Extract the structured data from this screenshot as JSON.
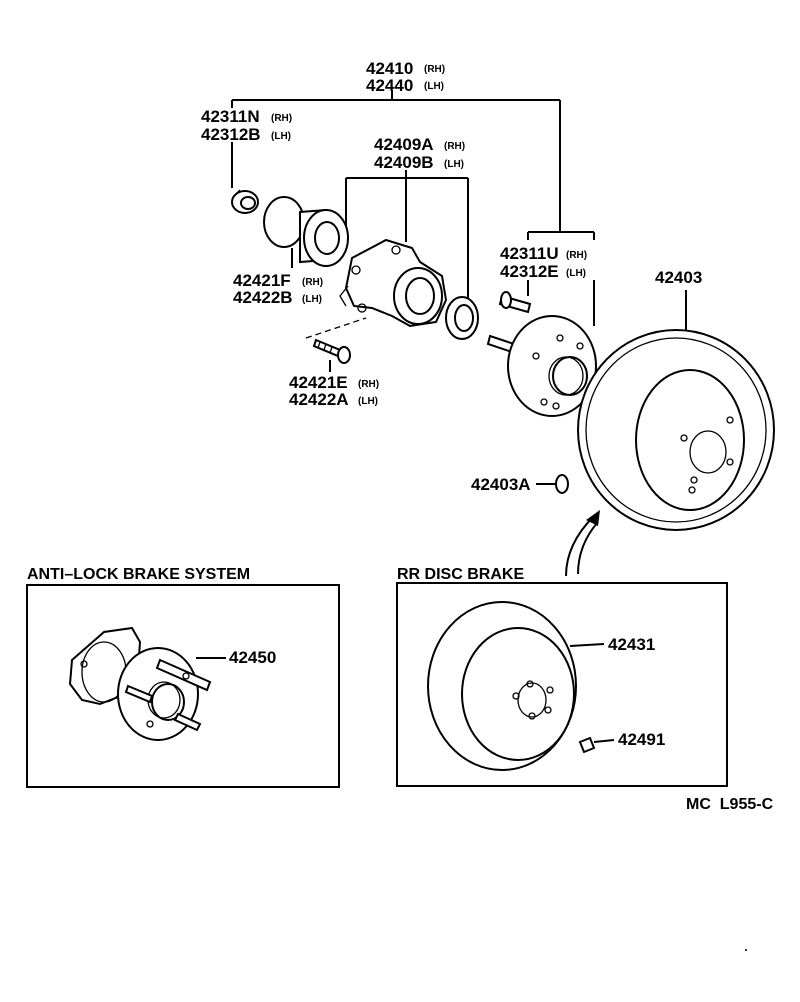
{
  "callouts": {
    "hub_assembly": {
      "rh": "42410",
      "rh_suffix": "(RH)",
      "lh": "42440",
      "lh_suffix": "(LH)"
    },
    "nut": {
      "rh": "42311N",
      "rh_suffix": "(RH)",
      "lh": "42312B",
      "lh_suffix": "(LH)"
    },
    "carrier": {
      "rh": "42409A",
      "rh_suffix": "(RH)",
      "lh": "42409B",
      "lh_suffix": "(LH)"
    },
    "bearing": {
      "rh": "42421F",
      "rh_suffix": "(RH)",
      "lh": "42422B",
      "lh_suffix": "(LH)"
    },
    "bolt": {
      "rh": "42421E",
      "rh_suffix": "(RH)",
      "lh": "42422A",
      "lh_suffix": "(LH)"
    },
    "hub_bolt": {
      "rh": "42311U",
      "rh_suffix": "(RH)",
      "lh": "42312E",
      "lh_suffix": "(LH)"
    },
    "drum": "42403",
    "drum_plug": "42403A",
    "abs_hub": "42450",
    "disc": "42431",
    "disc_screw": "42491"
  },
  "sections": {
    "abs_title": "ANTI–LOCK BRAKE SYSTEM",
    "disc_title": "RR DISC BRAKE"
  },
  "footer": {
    "code": "MC  L955-C"
  }
}
